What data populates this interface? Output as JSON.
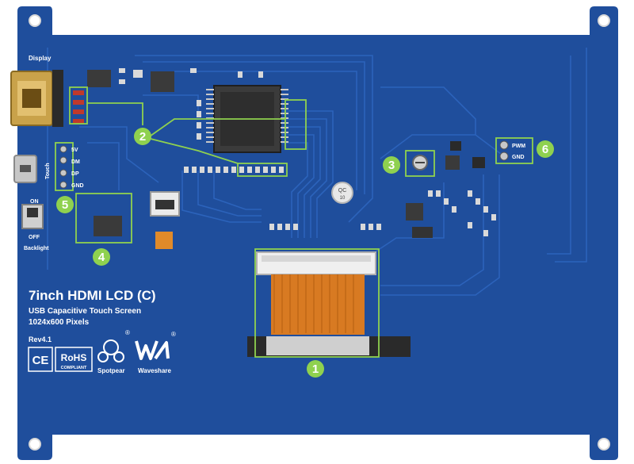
{
  "board": {
    "pcb_color": "#1f4e9c",
    "trace_color": "#2b62b8",
    "highlight_color": "#8fd14f",
    "product_title": "7inch HDMI LCD (C)",
    "subtitle_line1": "USB Capacitive Touch Screen",
    "subtitle_line2": "1024x600 Pixels",
    "revision": "Rev4.1",
    "ce_mark": "CE",
    "rohs_mark": "RoHS",
    "rohs_sub": "COMPLIANT",
    "brand_spotpear": "Spotpear",
    "brand_waveshare": "Waveshare",
    "registered_mark": "®"
  },
  "labels": {
    "display": "Display",
    "touch": "Touch",
    "power_switch_on": "ON",
    "power_switch_off": "OFF",
    "backlight": "Backlight",
    "pin_5v": "5V",
    "pin_dm": "DM",
    "pin_dp": "DP",
    "pin_gnd": "GND",
    "pwm": "PWM",
    "pwm_gnd": "GND",
    "qc_sticker_line1": "QC",
    "qc_sticker_line2": "10"
  },
  "callouts": [
    {
      "number": "1",
      "target": "fpc-connector"
    },
    {
      "number": "2",
      "target": "hdmi-decoder"
    },
    {
      "number": "3",
      "target": "backlight-adjust"
    },
    {
      "number": "4",
      "target": "touch-controller"
    },
    {
      "number": "5",
      "target": "usb-pin-header"
    },
    {
      "number": "6",
      "target": "pwm-header"
    }
  ]
}
